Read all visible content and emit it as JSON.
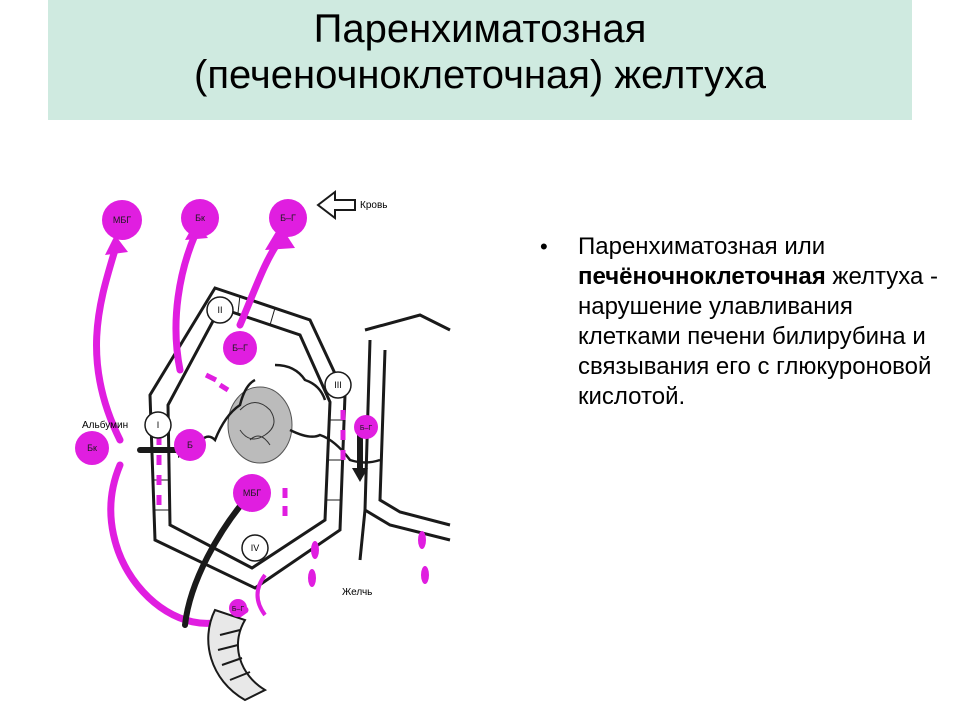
{
  "title": {
    "line1": "Паренхиматозная",
    "line2": "(печеночноклеточная) желтуха"
  },
  "diagram": {
    "labels": {
      "blood": "Кровь",
      "albumin": "Альбумин",
      "bile": "Желчь",
      "roman_1": "I",
      "roman_2": "II",
      "roman_3": "III",
      "roman_4": "IV"
    },
    "circles": {
      "m_bg_top": "МБГ",
      "b_k_top": "Бк",
      "b_g_top": "Б–Г",
      "b_g_cell": "Б–Г",
      "b_k_albumin": "Бк",
      "b_cell": "Б",
      "m_bg_cell": "МБГ",
      "b_g_bile": "Б–Г",
      "b_g_intestine": "Б–Г"
    },
    "colors": {
      "magenta": "#e01ee0",
      "black": "#1a1a1a"
    }
  },
  "bullet": {
    "part1": "Паренхиматозная или ",
    "bold": "печёночноклеточная",
    "part2": " желтуха  - нарушение улавливания клетками печени билирубина и связывания его с глюкуроновой кислотой."
  }
}
